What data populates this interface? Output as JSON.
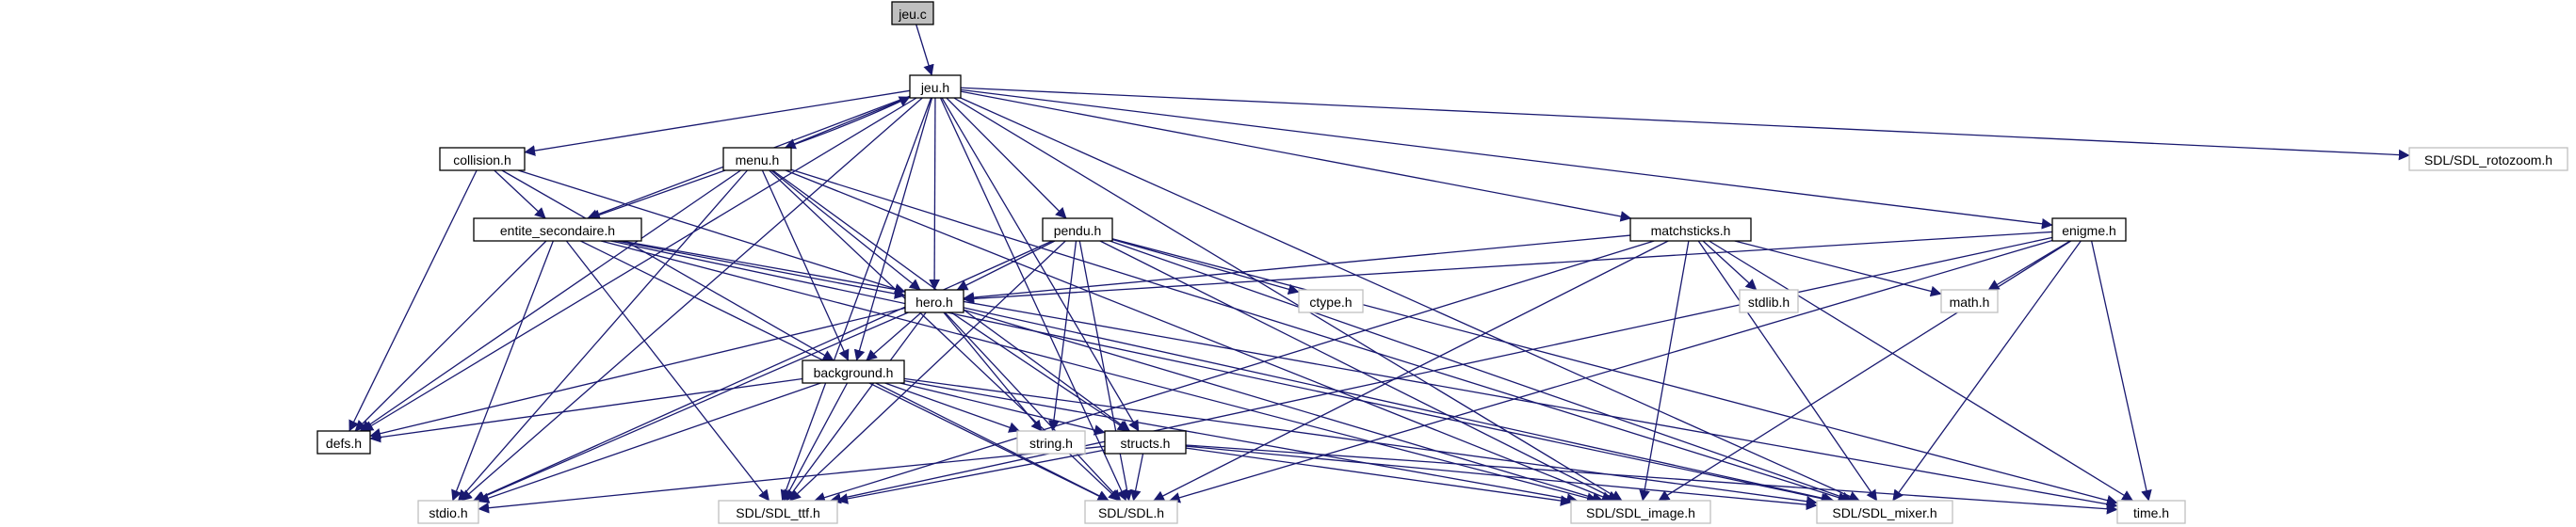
{
  "nodes": [
    {
      "id": "jeu_c",
      "label": "jeu.c",
      "kind": "root"
    },
    {
      "id": "jeu_h",
      "label": "jeu.h",
      "kind": "documented"
    },
    {
      "id": "collision_h",
      "label": "collision.h",
      "kind": "documented"
    },
    {
      "id": "menu_h",
      "label": "menu.h",
      "kind": "documented"
    },
    {
      "id": "pendu_h",
      "label": "pendu.h",
      "kind": "documented"
    },
    {
      "id": "matchsticks_h",
      "label": "matchsticks.h",
      "kind": "documented"
    },
    {
      "id": "enigme_h",
      "label": "enigme.h",
      "kind": "documented"
    },
    {
      "id": "rotozoom_h",
      "label": "SDL/SDL_rotozoom.h",
      "kind": "external"
    },
    {
      "id": "entite_h",
      "label": "entite_secondaire.h",
      "kind": "documented"
    },
    {
      "id": "hero_h",
      "label": "hero.h",
      "kind": "documented"
    },
    {
      "id": "ctype_h",
      "label": "ctype.h",
      "kind": "external"
    },
    {
      "id": "stdlib_h",
      "label": "stdlib.h",
      "kind": "external"
    },
    {
      "id": "math_h",
      "label": "math.h",
      "kind": "external"
    },
    {
      "id": "background_h",
      "label": "background.h",
      "kind": "documented"
    },
    {
      "id": "defs_h",
      "label": "defs.h",
      "kind": "documented"
    },
    {
      "id": "string_h",
      "label": "string.h",
      "kind": "external"
    },
    {
      "id": "structs_h",
      "label": "structs.h",
      "kind": "documented"
    },
    {
      "id": "stdio_h",
      "label": "stdio.h",
      "kind": "external"
    },
    {
      "id": "ttf_h",
      "label": "SDL/SDL_ttf.h",
      "kind": "external"
    },
    {
      "id": "sdl_h",
      "label": "SDL/SDL.h",
      "kind": "external"
    },
    {
      "id": "image_h",
      "label": "SDL/SDL_image.h",
      "kind": "external"
    },
    {
      "id": "mixer_h",
      "label": "SDL/SDL_mixer.h",
      "kind": "external"
    },
    {
      "id": "time_h",
      "label": "time.h",
      "kind": "external"
    }
  ],
  "edges": [
    [
      "jeu_c",
      "jeu_h"
    ],
    [
      "jeu_h",
      "collision_h"
    ],
    [
      "jeu_h",
      "menu_h"
    ],
    [
      "jeu_h",
      "pendu_h"
    ],
    [
      "jeu_h",
      "matchsticks_h"
    ],
    [
      "jeu_h",
      "enigme_h"
    ],
    [
      "jeu_h",
      "rotozoom_h"
    ],
    [
      "jeu_h",
      "entite_h"
    ],
    [
      "jeu_h",
      "hero_h"
    ],
    [
      "jeu_h",
      "background_h"
    ],
    [
      "jeu_h",
      "defs_h"
    ],
    [
      "jeu_h",
      "structs_h"
    ],
    [
      "jeu_h",
      "stdio_h"
    ],
    [
      "jeu_h",
      "ttf_h"
    ],
    [
      "jeu_h",
      "sdl_h"
    ],
    [
      "jeu_h",
      "image_h"
    ],
    [
      "jeu_h",
      "mixer_h"
    ],
    [
      "menu_h",
      "jeu_h"
    ],
    [
      "menu_h",
      "entite_h"
    ],
    [
      "menu_h",
      "hero_h"
    ],
    [
      "menu_h",
      "background_h"
    ],
    [
      "menu_h",
      "structs_h"
    ],
    [
      "menu_h",
      "stdio_h"
    ],
    [
      "menu_h",
      "sdl_h"
    ],
    [
      "menu_h",
      "image_h"
    ],
    [
      "menu_h",
      "mixer_h"
    ],
    [
      "menu_h",
      "defs_h"
    ],
    [
      "collision_h",
      "entite_h"
    ],
    [
      "collision_h",
      "hero_h"
    ],
    [
      "collision_h",
      "background_h"
    ],
    [
      "collision_h",
      "defs_h"
    ],
    [
      "entite_h",
      "hero_h"
    ],
    [
      "entite_h",
      "defs_h"
    ],
    [
      "entite_h",
      "stdio_h"
    ],
    [
      "entite_h",
      "ttf_h"
    ],
    [
      "entite_h",
      "sdl_h"
    ],
    [
      "entite_h",
      "image_h"
    ],
    [
      "entite_h",
      "mixer_h"
    ],
    [
      "entite_h",
      "time_h"
    ],
    [
      "pendu_h",
      "hero_h"
    ],
    [
      "pendu_h",
      "ctype_h"
    ],
    [
      "pendu_h",
      "string_h"
    ],
    [
      "pendu_h",
      "stdio_h"
    ],
    [
      "pendu_h",
      "ttf_h"
    ],
    [
      "pendu_h",
      "sdl_h"
    ],
    [
      "pendu_h",
      "image_h"
    ],
    [
      "pendu_h",
      "mixer_h"
    ],
    [
      "pendu_h",
      "time_h"
    ],
    [
      "matchsticks_h",
      "hero_h"
    ],
    [
      "matchsticks_h",
      "stdlib_h"
    ],
    [
      "matchsticks_h",
      "math_h"
    ],
    [
      "matchsticks_h",
      "ttf_h"
    ],
    [
      "matchsticks_h",
      "sdl_h"
    ],
    [
      "matchsticks_h",
      "image_h"
    ],
    [
      "matchsticks_h",
      "mixer_h"
    ],
    [
      "matchsticks_h",
      "time_h"
    ],
    [
      "enigme_h",
      "hero_h"
    ],
    [
      "enigme_h",
      "math_h"
    ],
    [
      "enigme_h",
      "ttf_h"
    ],
    [
      "enigme_h",
      "sdl_h"
    ],
    [
      "enigme_h",
      "image_h"
    ],
    [
      "enigme_h",
      "mixer_h"
    ],
    [
      "enigme_h",
      "time_h"
    ],
    [
      "hero_h",
      "background_h"
    ],
    [
      "hero_h",
      "structs_h"
    ],
    [
      "hero_h",
      "string_h"
    ],
    [
      "hero_h",
      "defs_h"
    ],
    [
      "hero_h",
      "stdio_h"
    ],
    [
      "hero_h",
      "ttf_h"
    ],
    [
      "hero_h",
      "sdl_h"
    ],
    [
      "hero_h",
      "image_h"
    ],
    [
      "hero_h",
      "mixer_h"
    ],
    [
      "background_h",
      "defs_h"
    ],
    [
      "background_h",
      "string_h"
    ],
    [
      "background_h",
      "structs_h"
    ],
    [
      "background_h",
      "stdio_h"
    ],
    [
      "background_h",
      "ttf_h"
    ],
    [
      "background_h",
      "sdl_h"
    ],
    [
      "background_h",
      "image_h"
    ],
    [
      "background_h",
      "mixer_h"
    ],
    [
      "structs_h",
      "stdio_h"
    ],
    [
      "structs_h",
      "ttf_h"
    ],
    [
      "structs_h",
      "sdl_h"
    ],
    [
      "structs_h",
      "image_h"
    ],
    [
      "structs_h",
      "mixer_h"
    ],
    [
      "structs_h",
      "time_h"
    ]
  ],
  "colors": {
    "edge": "#191970",
    "root_fill": "#bfbfbf",
    "node_border": "#000000",
    "external_border": "#bfbfbf"
  }
}
